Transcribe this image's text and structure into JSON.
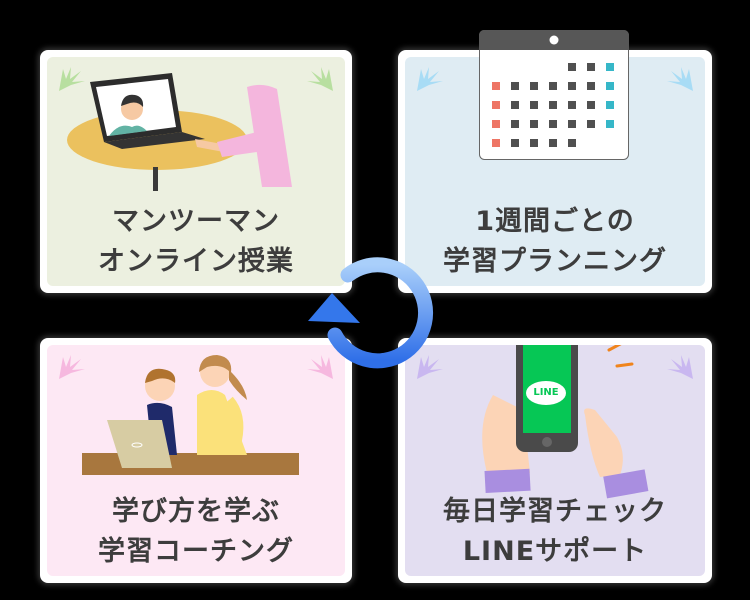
{
  "cards": [
    {
      "id": "online-lesson",
      "line1": "マンツーマン",
      "line2": "オンライン授業",
      "bg": "#ecf0e0",
      "accent": "#b8dfa0",
      "illustration": "woman-video-call-laptop"
    },
    {
      "id": "weekly-planning",
      "line1": "1週間ごとの",
      "line2": "学習プランニング",
      "bg": "#dfecf3",
      "accent": "#a8dcf5",
      "illustration": "calendar"
    },
    {
      "id": "learning-coaching",
      "line1": "学び方を学ぶ",
      "line2": "学習コーチング",
      "bg": "#fde8f4",
      "accent": "#f6b8df",
      "illustration": "mother-child-laptop"
    },
    {
      "id": "line-support",
      "line1": "毎日学習チェック",
      "line2": "LINEサポート",
      "bg": "#e3def1",
      "accent": "#c9b7f0",
      "illustration": "smartphone-line-app"
    }
  ],
  "line_logo": {
    "text": "LINE",
    "color": "#06c755"
  },
  "calendar": {
    "rows": [
      [
        "",
        "",
        "",
        "",
        "d",
        "d",
        "t"
      ],
      [
        "r",
        "d",
        "d",
        "d",
        "d",
        "d",
        "t"
      ],
      [
        "r",
        "d",
        "d",
        "d",
        "d",
        "d",
        "t"
      ],
      [
        "r",
        "d",
        "d",
        "d",
        "d",
        "d",
        "t"
      ],
      [
        "r",
        "d",
        "d",
        "d",
        "d",
        "",
        ""
      ]
    ],
    "colors": {
      "d": "#505050",
      "r": "#ee7565",
      "t": "#36b7c8"
    }
  },
  "cycle_icon": {
    "name": "cycle-arrow",
    "color_start": "#a9cffa",
    "color_end": "#2f6fe8"
  },
  "colors": {
    "text": "#3d3d3d",
    "background": "#000000",
    "card_border": "#ffffff"
  }
}
